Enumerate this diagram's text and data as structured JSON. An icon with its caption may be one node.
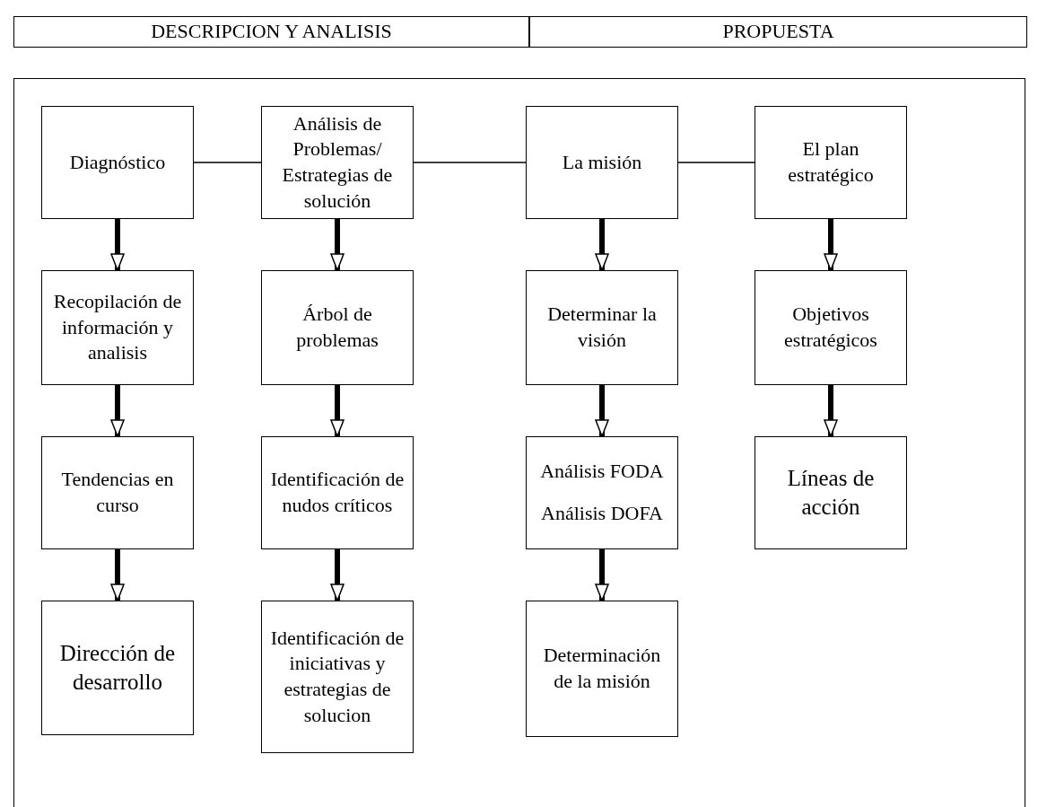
{
  "diagram": {
    "nodes": [
      {
        "text": [
          "DESCRIPCION Y ANALISIS"
        ]
      },
      {
        "text": [
          "PROPUESTA"
        ]
      },
      {
        "text": [],
        "shape": "box"
      },
      {
        "text": [
          "Diagnóstico"
        ],
        "in": 2
      },
      {
        "text": [
          "Análisis de Problemas/ Estrategias de solución"
        ],
        "in": 2
      },
      {
        "text": [
          "La misión"
        ],
        "in": 2
      },
      {
        "text": [
          "El plan estratégico"
        ],
        "in": 2
      },
      {
        "text": [
          "Recopilación de información y analisis"
        ],
        "in": 2
      },
      {
        "text": [
          "Árbol de problemas"
        ],
        "in": 2
      },
      {
        "text": [
          "Determinar la visión"
        ],
        "in": 2
      },
      {
        "text": [
          "Objetivos estratégicos"
        ],
        "in": 2
      },
      {
        "text": [
          "Tendencias en curso"
        ],
        "in": 2
      },
      {
        "text": [
          "Identificación de nudos críticos"
        ],
        "in": 2
      },
      {
        "text": [
          "Análisis FODA",
          "Análisis DOFA"
        ],
        "in": 2
      },
      {
        "text": [
          "Líneas de acción"
        ],
        "in": 2
      },
      {
        "text": [
          "Dirección de desarrollo"
        ],
        "in": 2
      },
      {
        "text": [
          "Identificación de iniciativas y estrategias de solucion"
        ],
        "in": 2
      },
      {
        "text": [
          "Determinación de la misión"
        ],
        "in": 2
      }
    ],
    "edges": [
      {
        "from": 3,
        "to": 4,
        "arrow": "none"
      },
      {
        "from": 4,
        "to": 5,
        "arrow": "none"
      },
      {
        "from": 5,
        "to": 6,
        "arrow": "none"
      },
      {
        "from": 3,
        "to": 7,
        "arrow": "to"
      },
      {
        "from": 4,
        "to": 8,
        "arrow": "to"
      },
      {
        "from": 5,
        "to": 9,
        "arrow": "to"
      },
      {
        "from": 6,
        "to": 10,
        "arrow": "to"
      },
      {
        "from": 7,
        "to": 11,
        "arrow": "to"
      },
      {
        "from": 8,
        "to": 12,
        "arrow": "to"
      },
      {
        "from": 9,
        "to": 13,
        "arrow": "to"
      },
      {
        "from": 10,
        "to": 14,
        "arrow": "to"
      },
      {
        "from": 11,
        "to": 15,
        "arrow": "to"
      },
      {
        "from": 12,
        "to": 16,
        "arrow": "to"
      },
      {
        "from": 13,
        "to": 17,
        "arrow": "to"
      }
    ]
  }
}
